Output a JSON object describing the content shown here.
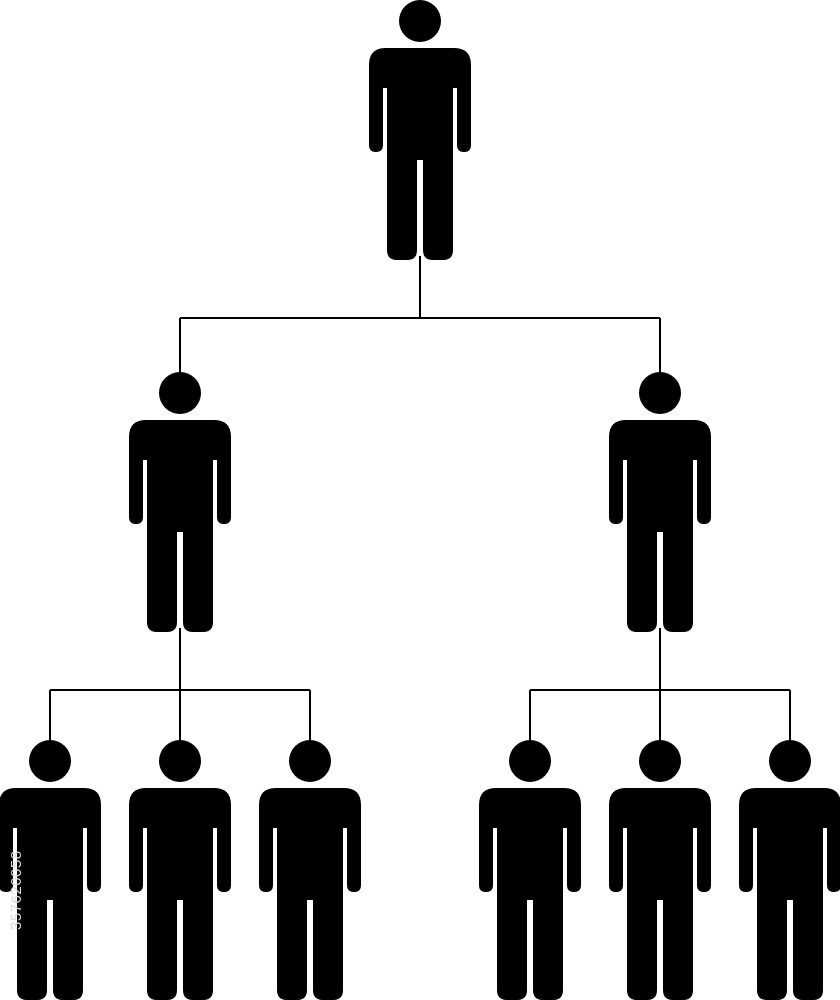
{
  "diagram": {
    "type": "org-chart",
    "figure_color": "#000000",
    "line_color": "#000000",
    "background": "#ffffff",
    "nodes": [
      {
        "id": "top",
        "level": 0,
        "parent": null
      },
      {
        "id": "mid-left",
        "level": 1,
        "parent": "top"
      },
      {
        "id": "mid-right",
        "level": 1,
        "parent": "top"
      },
      {
        "id": "leaf-l1",
        "level": 2,
        "parent": "mid-left"
      },
      {
        "id": "leaf-l2",
        "level": 2,
        "parent": "mid-left"
      },
      {
        "id": "leaf-l3",
        "level": 2,
        "parent": "mid-left"
      },
      {
        "id": "leaf-r1",
        "level": 2,
        "parent": "mid-right"
      },
      {
        "id": "leaf-r2",
        "level": 2,
        "parent": "mid-right"
      },
      {
        "id": "leaf-r3",
        "level": 2,
        "parent": "mid-right"
      }
    ]
  },
  "watermark": {
    "id_text": "357620058",
    "color": "#dcdcdc"
  }
}
